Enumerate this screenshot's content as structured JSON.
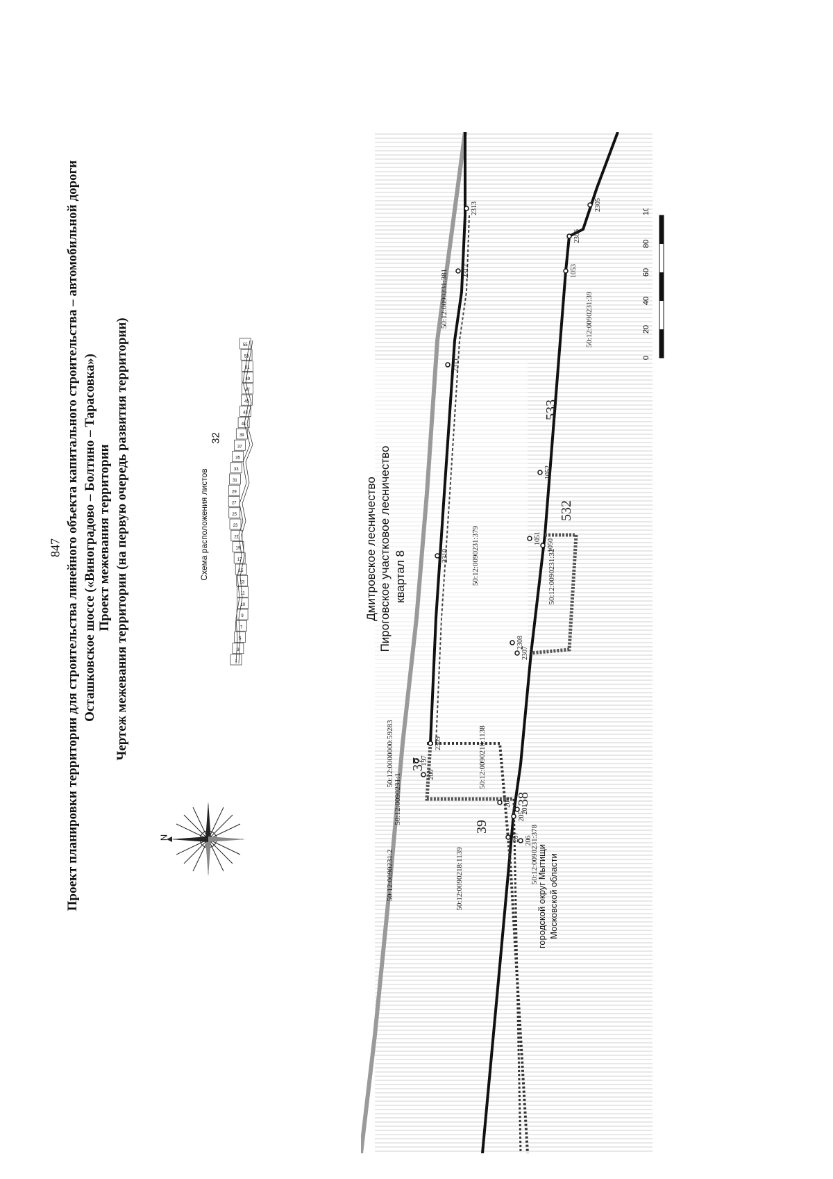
{
  "page_number": "847",
  "title": {
    "line1": "Проект планировки территории для строительства линейного объекта капитального строительства – автомобильной дороги",
    "line2": "Осташковское шоссе («Виноградово – Болтино – Тарасовка»)",
    "line3": "Проект межевания территории",
    "line4": "Чертеж межевания территории (на первую очередь развития территории)"
  },
  "key_map": {
    "caption": "Схема расположения листов",
    "current_sheet": "32",
    "sheet_labels": [
      "1",
      "3",
      "5",
      "7",
      "9",
      "10",
      "11",
      "13",
      "15",
      "17",
      "19",
      "21",
      "23",
      "25",
      "27",
      "29",
      "31",
      "33",
      "35",
      "37",
      "39",
      "41",
      "43",
      "45",
      "47",
      "49",
      "51",
      "53",
      "55"
    ]
  },
  "compass": {
    "north_label": "N"
  },
  "map": {
    "forest": {
      "line1": "Дмитровское лесничество",
      "line2": "Пироговское  участковое лесничество",
      "line3": "квартал 8"
    },
    "municipality": {
      "line1": "городской округ Мытищи",
      "line2": "Московской области"
    },
    "parcels": [
      "50:12:0090231:381",
      "50:12:0090231:379",
      "50:12:0000000:59283",
      "50:12:0090231:2",
      "50:12:0090218:1139",
      "50:12:0090218:1138",
      "50:12:0090231:378",
      "50:12:0090231:32",
      "50:12:0090231:39",
      "50:12:0090231:1"
    ],
    "points": [
      "2313",
      "2312",
      "2311",
      "2310",
      "2309",
      "2308",
      "2307",
      "2306",
      "2305",
      "1053",
      "1052",
      "1051",
      "1050",
      "207",
      "206",
      "205",
      "204",
      "201",
      "200",
      "197"
    ],
    "sheet_numbers": [
      "37",
      "38",
      "39",
      "532",
      "533"
    ]
  },
  "scale_bar": {
    "ticks": [
      "0",
      "20",
      "40",
      "60",
      "80",
      "100 м"
    ]
  },
  "colors": {
    "line_dark": "#111111",
    "line_grey": "#9a9a9a",
    "hatch": "#c9c9c9"
  }
}
